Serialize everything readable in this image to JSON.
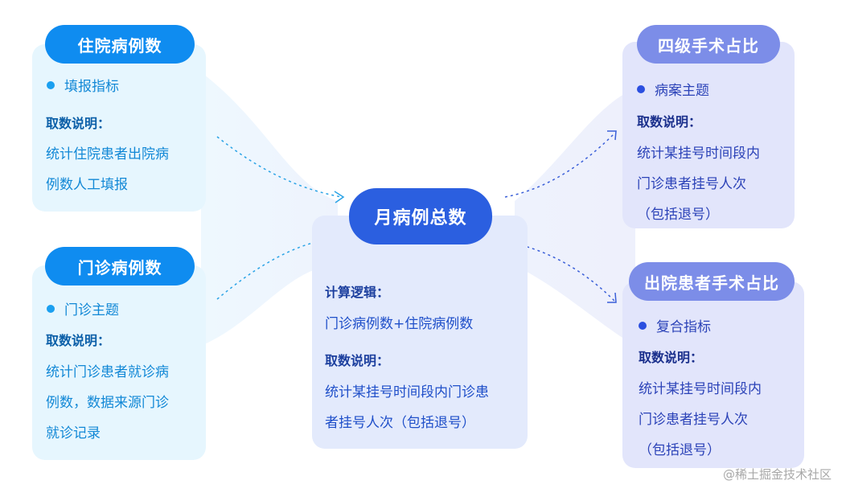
{
  "left_top": {
    "title": "住院病例数",
    "bullet": "填报指标",
    "heading": "取数说明：",
    "lines": [
      "统计住院患者出院病",
      "例数人工填报"
    ]
  },
  "left_bottom": {
    "title": "门诊病例数",
    "bullet": "门诊主题",
    "heading": "取数说明：",
    "lines": [
      "统计门诊患者就诊病",
      "例数，数据来源门诊",
      "就诊记录"
    ]
  },
  "center": {
    "title": "月病例总数",
    "heading1": "计算逻辑：",
    "logic": "门诊病例数+住院病例数",
    "heading2": "取数说明：",
    "lines": [
      "统计某挂号时间段内门诊患",
      "者挂号人次（包括退号）"
    ]
  },
  "right_top": {
    "title": "四级手术占比",
    "bullet": "病案主题",
    "heading": "取数说明：",
    "lines": [
      "统计某挂号时间段内",
      "门诊患者挂号人次",
      "（包括退号）"
    ]
  },
  "right_bottom": {
    "title": "出院患者手术占比",
    "bullet": "复合指标",
    "heading": "取数说明：",
    "lines": [
      "统计某挂号时间段内",
      "门诊患者挂号人次",
      "（包括退号）"
    ]
  },
  "watermark": "@稀土掘金技术社区",
  "colors": {
    "cyan": "#0f8cf0",
    "violet": "#7c8de8",
    "center": "#2b5fe0"
  }
}
